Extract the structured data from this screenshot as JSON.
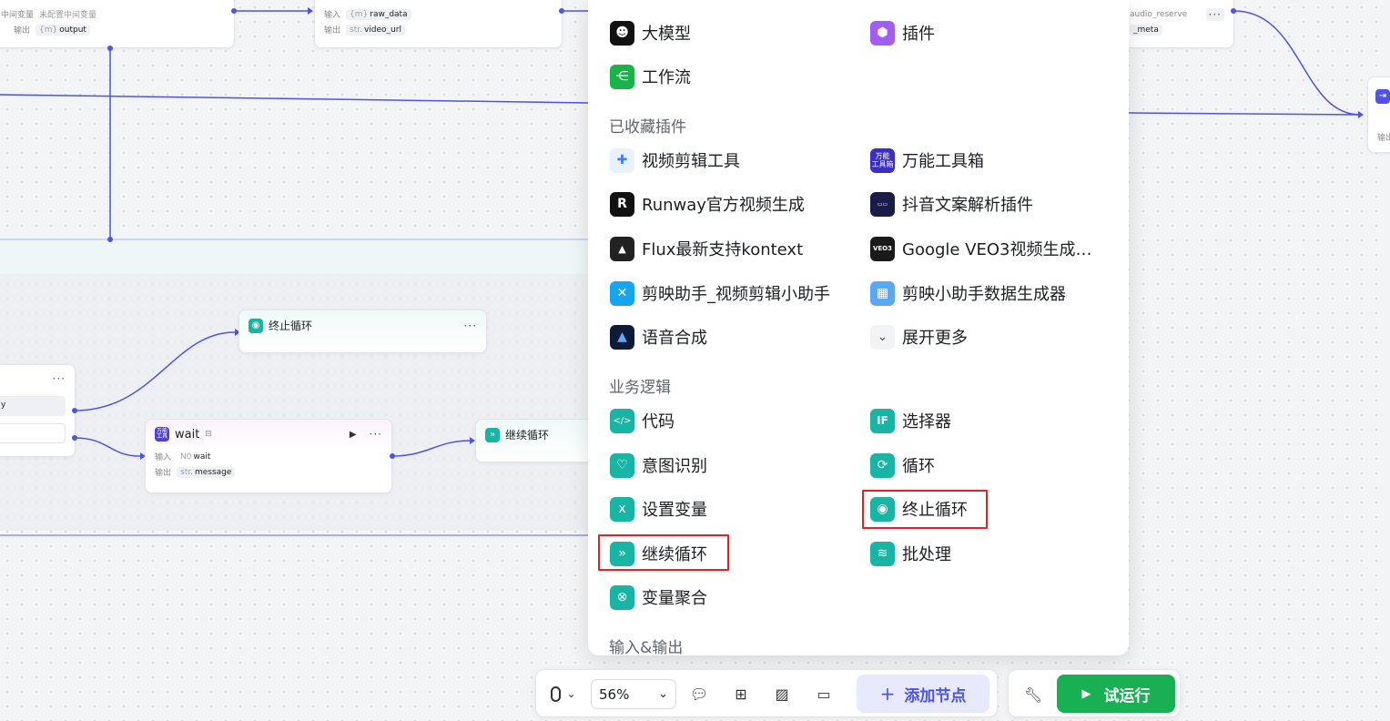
{
  "canvas": {
    "top_left_node": {
      "intermediate_label": "中间变量",
      "intermediate_value": "未配置中间变量",
      "output_label": "输出",
      "output_type": "{m}",
      "output_value": "output"
    },
    "top_mid_node": {
      "input_label": "输入",
      "input_type": "{m}",
      "input_value": "raw_data",
      "output_label": "输出",
      "output_type": "str.",
      "output_value": "video_url"
    },
    "top_right_node": {
      "field1": "audio_reserve",
      "field2": "_meta",
      "more": "···"
    },
    "far_right_node": {
      "output_label": "输出"
    },
    "stop_loop_node": {
      "title": "终止循环",
      "more": "···"
    },
    "continue_loop_node": {
      "title": "继续循环"
    },
    "branch_node": {
      "more": "···",
      "row1": "y"
    },
    "wait_node": {
      "title": "wait",
      "icon_text": "万能工具箱",
      "more": "···",
      "input_label": "输入",
      "input_type": "N0",
      "input_value": "wait",
      "output_label": "输出",
      "output_type": "str.",
      "output_value": "message"
    }
  },
  "panel": {
    "top_items": [
      {
        "label": "大模型",
        "icon": "llm-icon",
        "color": "#111111"
      },
      {
        "label": "插件",
        "icon": "plugin-cube-icon",
        "color": "#a35cf2"
      },
      {
        "label": "工作流",
        "icon": "workflow-icon",
        "color": "#19b34a"
      }
    ],
    "sections": {
      "favorites": "已收藏插件",
      "business_logic": "业务逻辑",
      "io": "输入&输出"
    },
    "favorites": [
      {
        "label": "视频剪辑工具",
        "icon": "video-edit-icon",
        "color": "#e9f1ff"
      },
      {
        "label": "万能工具箱",
        "icon": "toolbox-icon",
        "color": "#3a2dc9",
        "icon_text": "万能\n工具箱"
      },
      {
        "label": "Runway官方视频生成",
        "icon": "runway-icon",
        "color": "#111111",
        "icon_text": "R"
      },
      {
        "label": "抖音文案解析插件",
        "icon": "douyin-icon",
        "color": "#1b1b4a"
      },
      {
        "label": "Flux最新支持kontext",
        "icon": "flux-icon",
        "color": "#222222",
        "icon_text": "▲"
      },
      {
        "label": "Google VEO3视频生成…",
        "icon": "veo3-icon",
        "color": "#1a1a1a",
        "icon_text": "VEO3"
      },
      {
        "label": "剪映助手_视频剪辑小助手",
        "icon": "capcut-icon",
        "color": "#16a6f0",
        "icon_text": "✕"
      },
      {
        "label": "剪映小助手数据生成器",
        "icon": "data-generator-icon",
        "color": "#5aa7f5"
      },
      {
        "label": "语音合成",
        "icon": "tts-icon",
        "color": "#0e1a3a"
      },
      {
        "label": "展开更多",
        "icon": "chevron-down-icon",
        "color": "#f2f3f5",
        "icon_text": "⌄"
      }
    ],
    "logic": [
      {
        "label": "代码",
        "icon": "code-icon",
        "icon_text": "</>"
      },
      {
        "label": "选择器",
        "icon": "if-selector-icon",
        "icon_text": "IF"
      },
      {
        "label": "意图识别",
        "icon": "intent-icon",
        "icon_text": "♡"
      },
      {
        "label": "循环",
        "icon": "loop-icon",
        "icon_text": "⟳"
      },
      {
        "label": "设置变量",
        "icon": "set-variable-icon",
        "icon_text": "x"
      },
      {
        "label": "终止循环",
        "icon": "stop-loop-icon",
        "icon_text": "◉"
      },
      {
        "label": "继续循环",
        "icon": "continue-loop-icon",
        "icon_text": "»"
      },
      {
        "label": "批处理",
        "icon": "batch-icon",
        "icon_text": "≋"
      },
      {
        "label": "变量聚合",
        "icon": "aggregate-icon",
        "icon_text": "⊗"
      }
    ],
    "accent": "#18b4a4",
    "highlight_color": "#e02424"
  },
  "toolbar": {
    "zoom": "56%",
    "add_node_label": "添加节点",
    "add_node_symbol": "+",
    "trial_run_label": "试运行",
    "icons": [
      "mouse-icon",
      "comment-icon",
      "grid-layout-icon",
      "image-icon",
      "minimap-icon",
      "wrench-icon",
      "play-icon"
    ]
  },
  "colors": {
    "edge": "#4d53e8",
    "add_node_bg": "#e7e9ff",
    "run_green": "#18b052"
  }
}
